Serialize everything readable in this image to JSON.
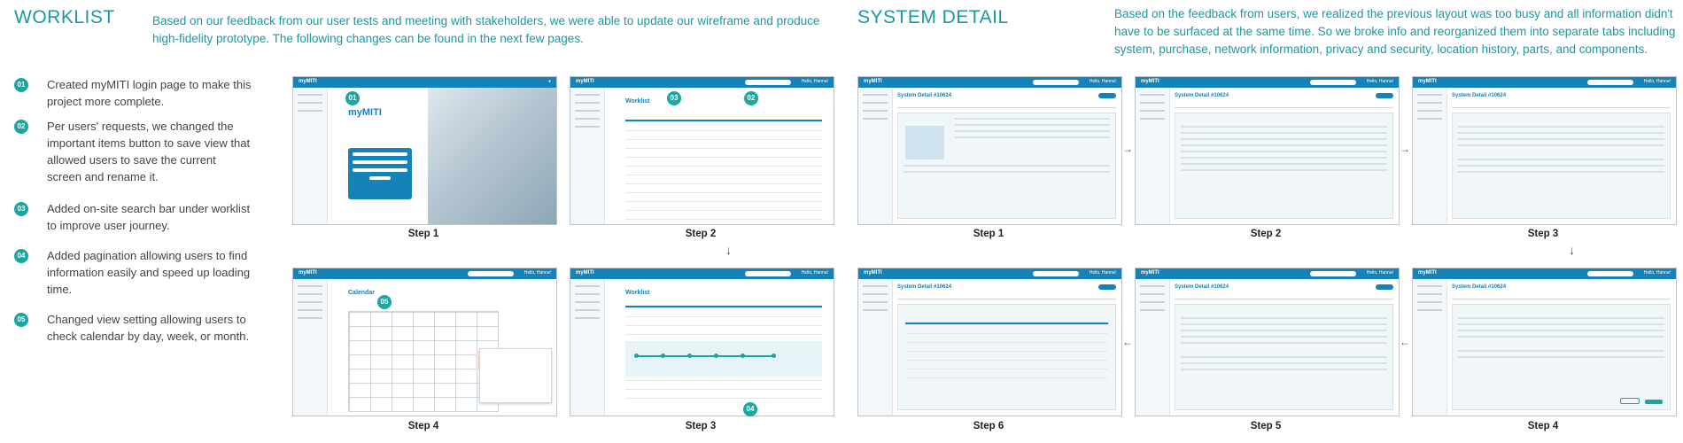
{
  "worklist": {
    "heading": "WORKLIST",
    "intro": "Based on our feedback from our user tests and meeting with stakeholders, we were able to update our wireframe and produce high-fidelity prototype. The following changes can be found in the next few pages.",
    "items": [
      {
        "num": "01",
        "text": "Created myMITI login page to make this project more complete."
      },
      {
        "num": "02",
        "text": "Per users' requests, we changed the important items button to save view that allowed users to save the current screen and rename it."
      },
      {
        "num": "03",
        "text": "Added on-site search bar under worklist to improve user journey."
      },
      {
        "num": "04",
        "text": "Added pagination allowing users to find information easily and speed up loading time."
      },
      {
        "num": "05",
        "text": "Changed view setting allowing users to check calendar by day, week, or month."
      }
    ],
    "steps": [
      {
        "label": "Step 1",
        "screen_title": "myMITI"
      },
      {
        "label": "Step 2",
        "screen_title": "Worklist"
      },
      {
        "label": "Step 4",
        "screen_title": "Calendar"
      },
      {
        "label": "Step 3",
        "screen_title": "Worklist"
      }
    ],
    "markers": [
      "01",
      "03",
      "02",
      "05",
      "04"
    ]
  },
  "system_detail": {
    "heading": "SYSTEM DETAIL",
    "intro": "Based on the feedback from users, we realized the previous layout was too busy and all information didn't have to be surfaced at the same time. So we broke info and reorganized them into separate tabs including system, purchase, network information, privacy and security, location history, parts, and components.",
    "steps": [
      {
        "label": "Step 1",
        "screen_title": "System Detail #10624"
      },
      {
        "label": "Step 2",
        "screen_title": "System Detail #10624"
      },
      {
        "label": "Step 3",
        "screen_title": "System Detail #10624"
      },
      {
        "label": "Step 6",
        "screen_title": "System Detail #10624"
      },
      {
        "label": "Step 5",
        "screen_title": "System Detail #10624"
      },
      {
        "label": "Step 4",
        "screen_title": "System Detail #10624"
      }
    ]
  },
  "ui": {
    "app_name": "myMITI",
    "user_greeting": "Hello, Hanna!"
  },
  "colors": {
    "accent": "#1a9aa0",
    "brand": "#1582b8"
  }
}
